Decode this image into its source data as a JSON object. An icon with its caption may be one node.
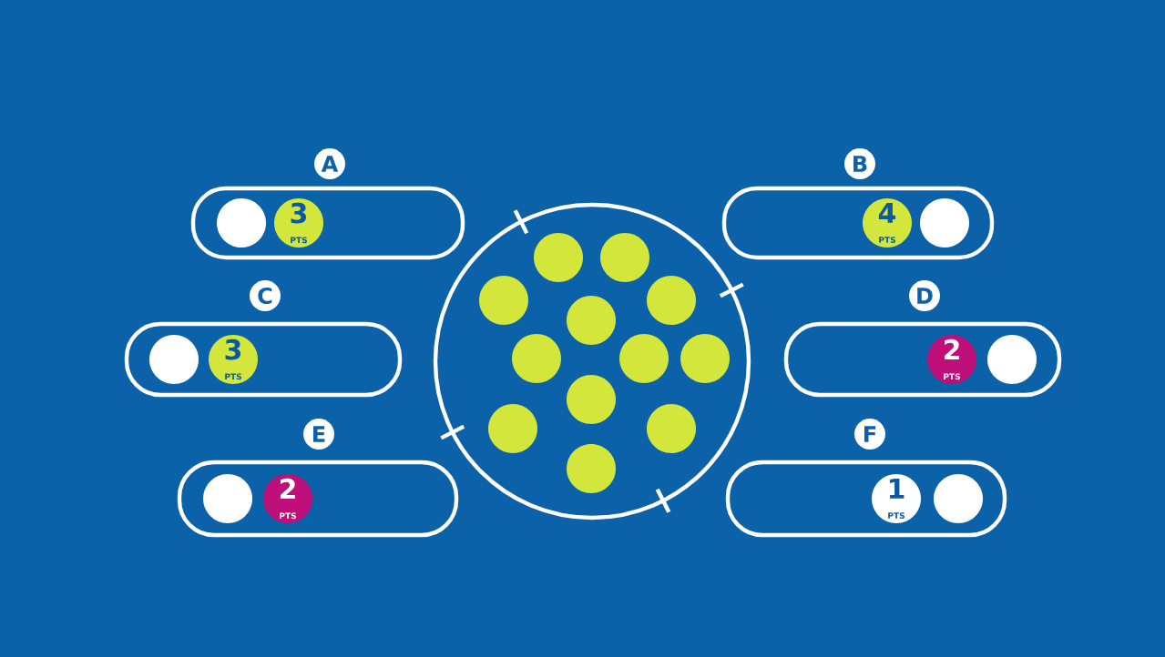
{
  "diagram": {
    "nodes": [
      {
        "text": [
          "A"
        ]
      },
      {
        "text": [],
        "shape": "box"
      },
      {
        "text": [],
        "shape": "circle",
        "in": 1
      },
      {
        "text": [
          "3",
          "PTS"
        ],
        "in": 1
      },
      {
        "text": [
          "B"
        ]
      },
      {
        "text": [],
        "shape": "box"
      },
      {
        "text": [
          "4",
          "PTS"
        ],
        "in": 5
      },
      {
        "text": [],
        "shape": "circle",
        "in": 5
      },
      {
        "text": [
          "C"
        ]
      },
      {
        "text": [],
        "shape": "box"
      },
      {
        "text": [],
        "shape": "circle",
        "in": 9
      },
      {
        "text": [
          "3",
          "PTS"
        ],
        "in": 9
      },
      {
        "text": [
          "D"
        ]
      },
      {
        "text": [],
        "shape": "box"
      },
      {
        "text": [
          "2",
          "PTS"
        ],
        "in": 13
      },
      {
        "text": [],
        "shape": "circle",
        "in": 13
      },
      {
        "text": [
          "E"
        ]
      },
      {
        "text": [],
        "shape": "box"
      },
      {
        "text": [],
        "shape": "circle",
        "in": 17
      },
      {
        "text": [
          "2",
          "PTS"
        ],
        "in": 17
      },
      {
        "text": [
          "F"
        ]
      },
      {
        "text": [],
        "shape": "box"
      },
      {
        "text": [
          "1",
          "PTS"
        ],
        "in": 21
      },
      {
        "text": [],
        "shape": "circle",
        "in": 21
      },
      {
        "text": [],
        "shape": "circle"
      },
      {
        "text": [],
        "shape": "circle",
        "in": 24
      },
      {
        "text": [],
        "shape": "circle",
        "in": 24
      },
      {
        "text": [],
        "shape": "circle",
        "in": 24
      },
      {
        "text": [],
        "shape": "circle",
        "in": 24
      },
      {
        "text": [],
        "shape": "circle",
        "in": 24
      },
      {
        "text": [],
        "shape": "circle",
        "in": 24
      },
      {
        "text": [],
        "shape": "circle",
        "in": 24
      },
      {
        "text": [],
        "shape": "circle",
        "in": 24
      },
      {
        "text": [],
        "shape": "circle",
        "in": 24
      },
      {
        "text": [],
        "shape": "circle",
        "in": 24
      },
      {
        "text": [],
        "shape": "circle",
        "in": 24
      },
      {
        "text": [],
        "shape": "circle",
        "in": 24
      }
    ]
  }
}
